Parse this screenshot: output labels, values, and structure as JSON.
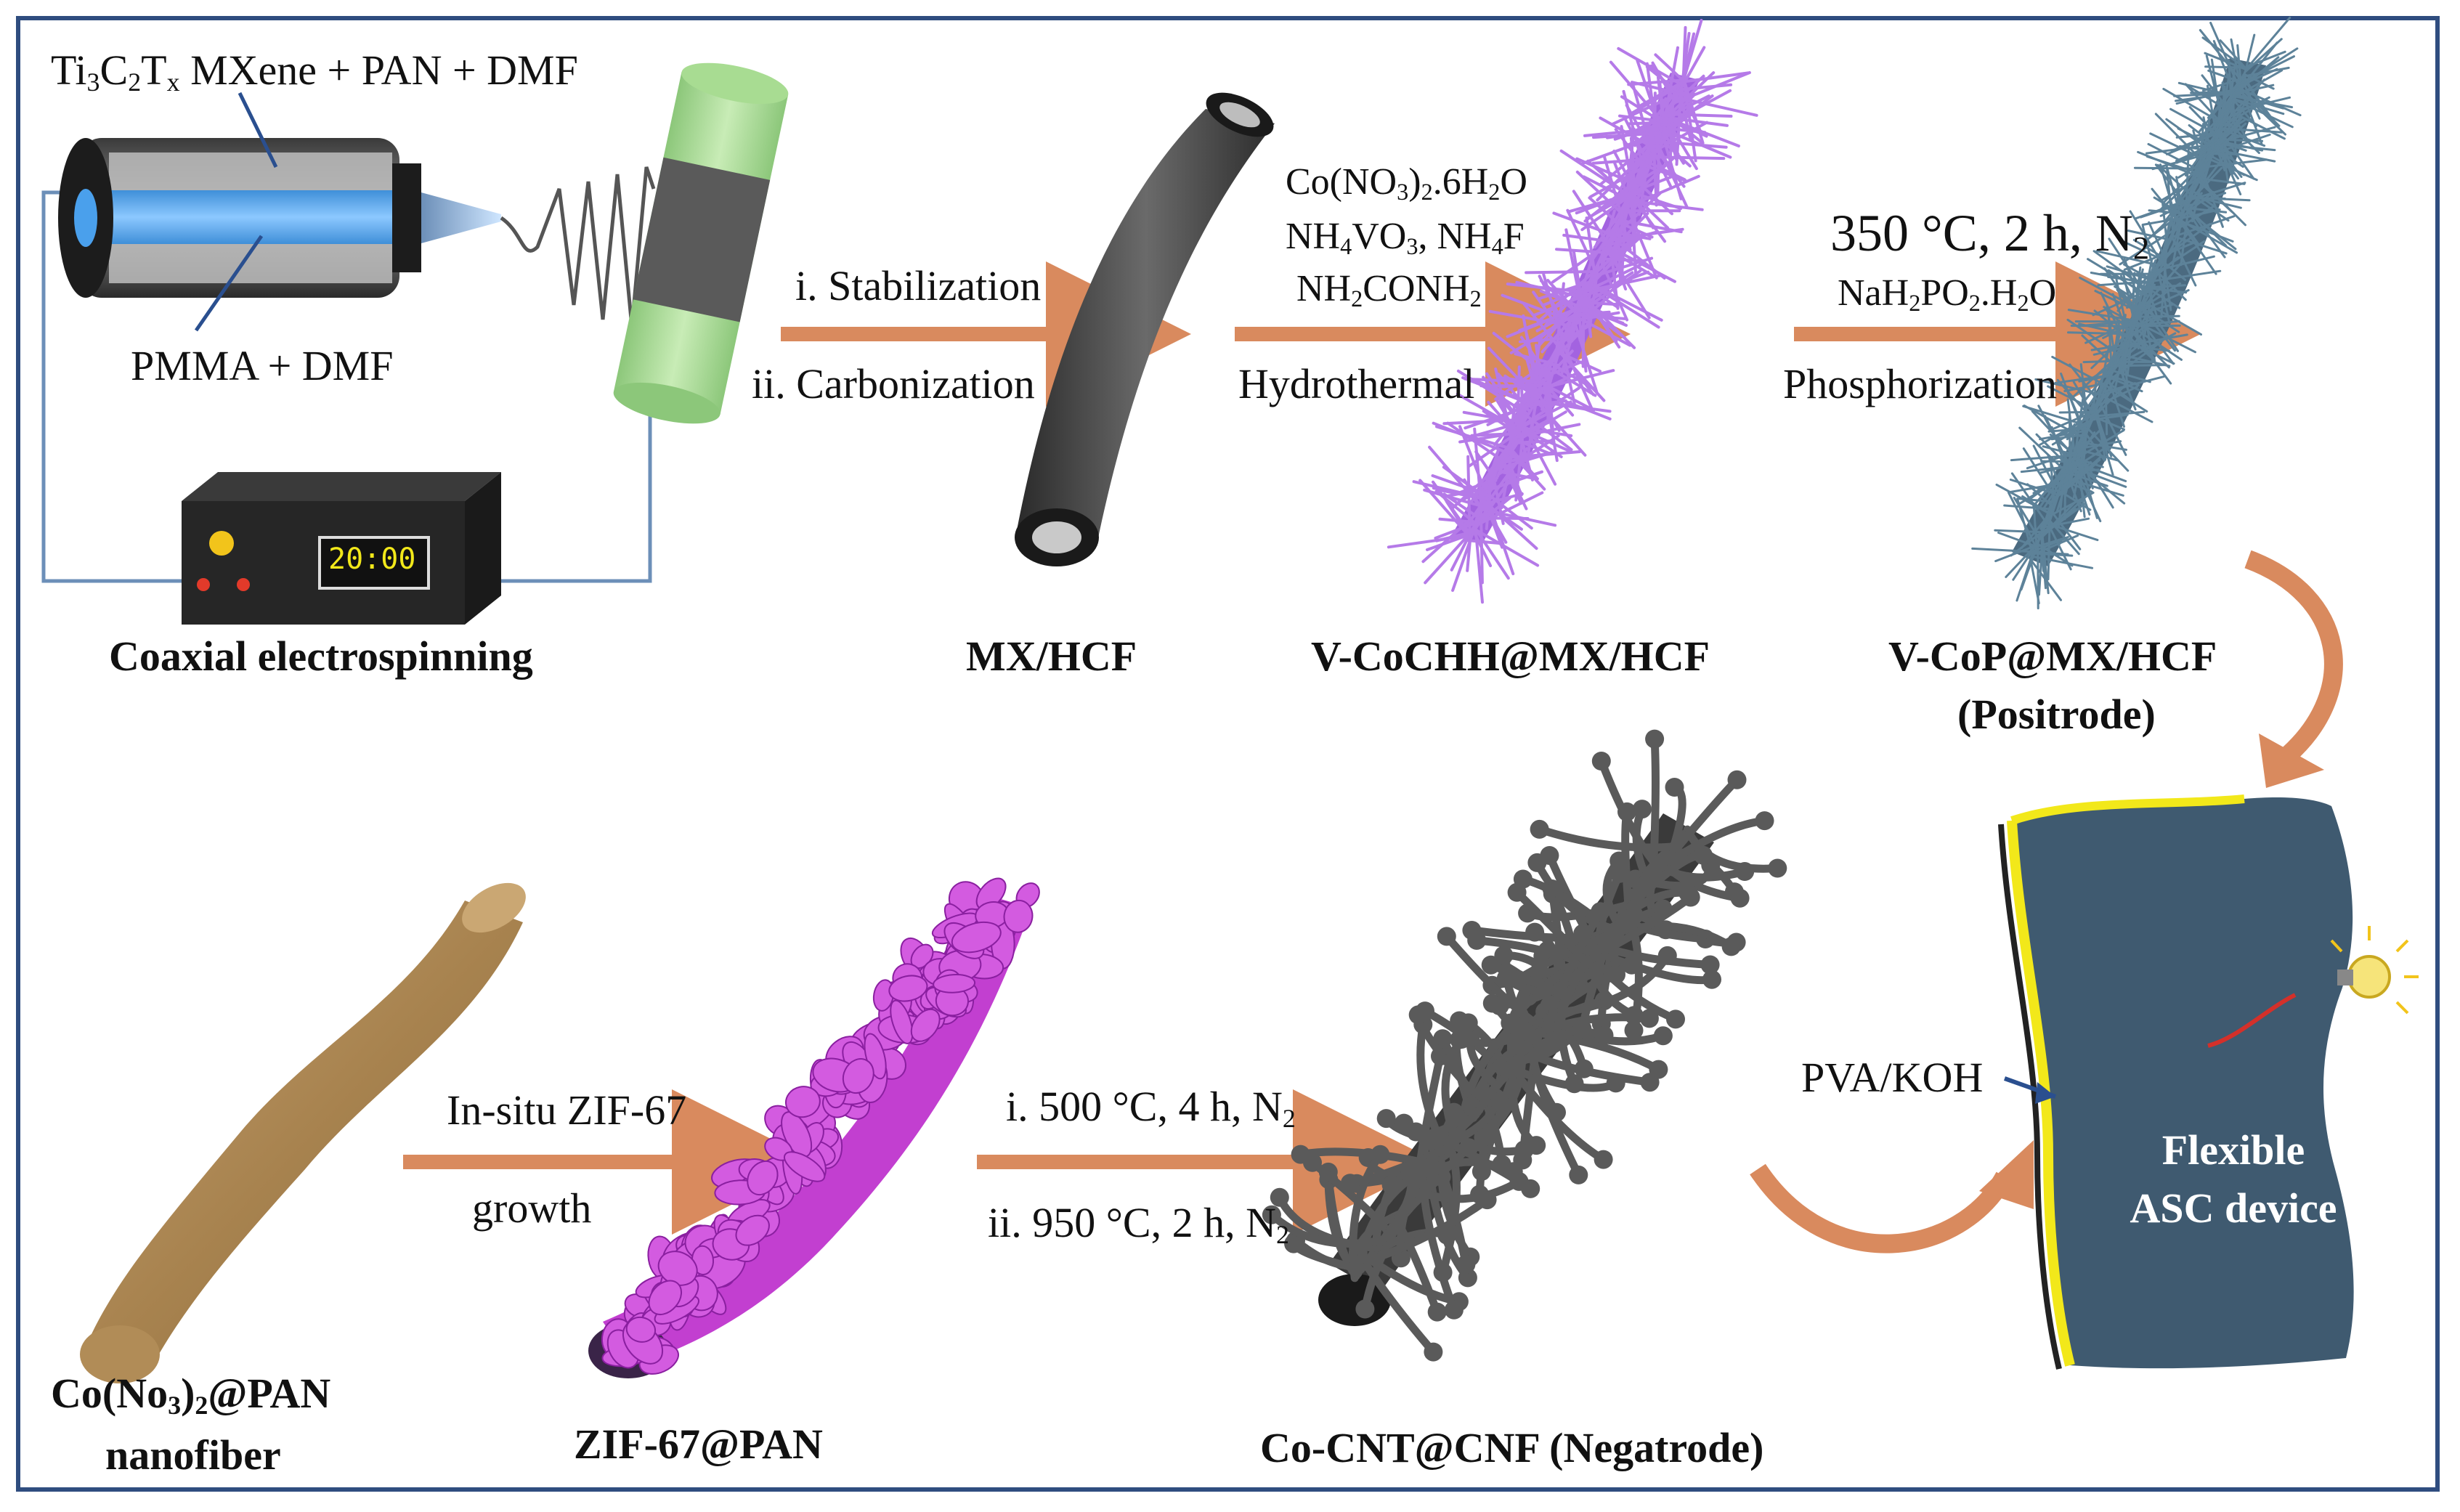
{
  "electrospinning": {
    "core_prefix": "Ti",
    "core_sub1": "3",
    "core_mid": "C",
    "core_sub2": "2",
    "core_t": "T",
    "core_sub3": "x",
    "core_suffix": " MXene + PAN + DMF",
    "shell_label": "PMMA + DMF",
    "power_display": "20:00",
    "title": "Coaxial electrospinning"
  },
  "step1": {
    "line1": "i. Stabilization",
    "line2": "ii. Carbonization",
    "product": "MX/HCF"
  },
  "step2": {
    "r1a": "Co(NO",
    "r1b": "3",
    "r1c": ")",
    "r1d": "2",
    "r1e": ".6H",
    "r1f": "2",
    "r1g": "O",
    "r2a": "NH",
    "r2b": "4",
    "r2c": "VO",
    "r2d": "3",
    "r2e": ", NH",
    "r2f": "4",
    "r2g": "F",
    "r3a": "NH",
    "r3b": "2",
    "r3c": "CONH",
    "r3d": "2",
    "method": "Hydrothermal",
    "product": "V-CoCHH@MX/HCF"
  },
  "step3": {
    "cond_a": "350 °C, 2 h, N",
    "cond_b": "2",
    "r1a": "NaH",
    "r1b": "2",
    "r1c": "PO",
    "r1d": "2",
    "r1e": ".H",
    "r1f": "2",
    "r1g": "O",
    "method": "Phosphorization",
    "product": "V-CoP@MX/HCF",
    "role": "(Positrode)"
  },
  "bottom": {
    "precursor_a": "Co(No",
    "precursor_b": "3",
    "precursor_c": ")",
    "precursor_d": "2",
    "precursor_e": "@PAN",
    "precursor_line2": "nanofiber",
    "step_line1": "In-situ ZIF-67",
    "step_line2": "growth",
    "zif": "ZIF-67@PAN",
    "heat1a": "i. 500 °C, 4 h, N",
    "heat1b": "2",
    "heat2a": "ii. 950 °C, 2 h, N",
    "heat2b": "2",
    "negatrode": "Co-CNT@CNF (Negatrode)"
  },
  "device": {
    "electrolyte": "PVA/KOH",
    "line1": "Flexible",
    "line2": "ASC device"
  },
  "colors": {
    "frame": "#2f4d7f",
    "arrow": "#d98a5e",
    "cathode_fiber": "#9b55d6",
    "anode_fiber": "#4b6a80",
    "zif": "#c23fd0",
    "cnt": "#5a5a5a",
    "device_body": "#3f5a70",
    "separator": "#f2e81a"
  }
}
